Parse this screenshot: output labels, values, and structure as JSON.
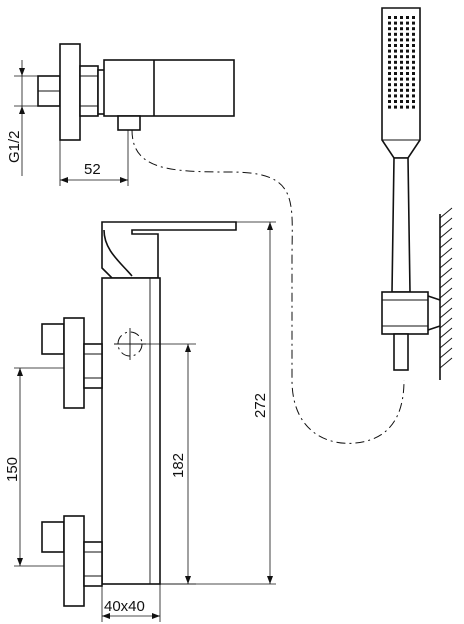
{
  "drawing": {
    "dimensions": {
      "thread": "G1/2",
      "depth": "52",
      "total_height": "272",
      "spacing": "150",
      "mount_height": "182",
      "body_section": "40x40"
    }
  }
}
